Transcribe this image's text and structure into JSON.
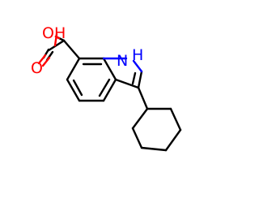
{
  "structure": {
    "atom_labels": {
      "oh": "OH",
      "o": "O",
      "nh": "H",
      "n": "N"
    },
    "colors": {
      "bond": "#000000",
      "oxygen": "#ff0000",
      "nitrogen": "#0000ff",
      "background": "#ffffff"
    }
  }
}
